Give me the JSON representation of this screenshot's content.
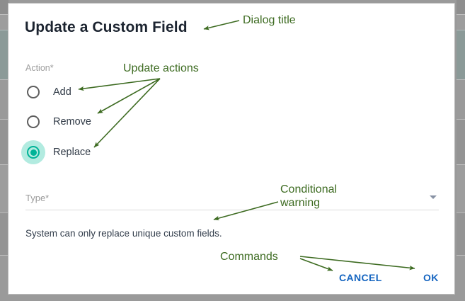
{
  "dialog": {
    "title": "Update a Custom Field",
    "action_label": "Action*",
    "radio_options": [
      {
        "label": "Add",
        "selected": false
      },
      {
        "label": "Remove",
        "selected": false
      },
      {
        "label": "Replace",
        "selected": true
      }
    ],
    "type_field": {
      "label": "Type*",
      "value": "",
      "caret_icon": "chevron-down-icon"
    },
    "warning_text": "System can only replace unique custom fields.",
    "buttons": {
      "cancel": "CANCEL",
      "ok": "OK"
    }
  },
  "annotations": [
    {
      "id": "dialog-title-note",
      "text": "Dialog title"
    },
    {
      "id": "actions-note",
      "text": "Update actions"
    },
    {
      "id": "warning-note",
      "line1": "Conditional",
      "line2": "warning"
    },
    {
      "id": "commands-note",
      "text": "Commands"
    }
  ],
  "colors": {
    "accent_teal": "#00b397",
    "ripple_teal": "#b2ebe0",
    "link_blue": "#1565c0",
    "annotation_green": "#3d6b21",
    "label_gray": "#9e9e9e",
    "body_text": "#303a46",
    "card_border": "#b9b9b9",
    "chrome_gray": "#9a9a9a"
  }
}
